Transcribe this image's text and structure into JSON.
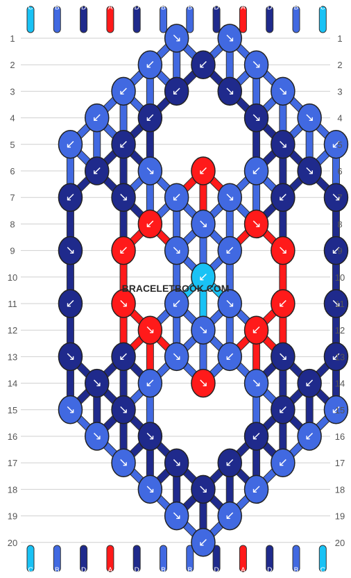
{
  "strands": [
    "C",
    "B",
    "D",
    "A",
    "D",
    "B",
    "B",
    "D",
    "A",
    "D",
    "B",
    "C"
  ],
  "colors": {
    "A": "#ff1a1a",
    "B": "#4169e1",
    "C": "#19c2f5",
    "D": "#1f2a8c"
  },
  "row_labels": [
    "1",
    "2",
    "3",
    "4",
    "5",
    "6",
    "7",
    "8",
    "9",
    "10",
    "11",
    "12",
    "13",
    "14",
    "15",
    "16",
    "17",
    "18",
    "19",
    "20"
  ],
  "watermark": "BRACELETBOOK.COM",
  "knots": [
    {
      "row": 1,
      "col": 5,
      "color": "B",
      "dir": "se"
    },
    {
      "row": 1,
      "col": 7,
      "color": "B",
      "dir": "se"
    },
    {
      "row": 2,
      "col": 4,
      "color": "B",
      "dir": "sw"
    },
    {
      "row": 2,
      "col": 6,
      "color": "D",
      "dir": "sw"
    },
    {
      "row": 2,
      "col": 8,
      "color": "B",
      "dir": "se"
    },
    {
      "row": 3,
      "col": 3,
      "color": "B",
      "dir": "sw"
    },
    {
      "row": 3,
      "col": 5,
      "color": "D",
      "dir": "sw"
    },
    {
      "row": 3,
      "col": 7,
      "color": "D",
      "dir": "se"
    },
    {
      "row": 3,
      "col": 9,
      "color": "B",
      "dir": "se"
    },
    {
      "row": 4,
      "col": 2,
      "color": "B",
      "dir": "sw"
    },
    {
      "row": 4,
      "col": 4,
      "color": "D",
      "dir": "sw"
    },
    {
      "row": 4,
      "col": 8,
      "color": "D",
      "dir": "se"
    },
    {
      "row": 4,
      "col": 10,
      "color": "B",
      "dir": "se"
    },
    {
      "row": 5,
      "col": 1,
      "color": "B",
      "dir": "sw"
    },
    {
      "row": 5,
      "col": 3,
      "color": "D",
      "dir": "sw"
    },
    {
      "row": 5,
      "col": 9,
      "color": "D",
      "dir": "se"
    },
    {
      "row": 5,
      "col": 11,
      "color": "B",
      "dir": "sw"
    },
    {
      "row": 6,
      "col": 2,
      "color": "D",
      "dir": "sw"
    },
    {
      "row": 6,
      "col": 4,
      "color": "B",
      "dir": "se"
    },
    {
      "row": 6,
      "col": 6,
      "color": "A",
      "dir": "sw"
    },
    {
      "row": 6,
      "col": 8,
      "color": "B",
      "dir": "sw"
    },
    {
      "row": 6,
      "col": 10,
      "color": "D",
      "dir": "se"
    },
    {
      "row": 7,
      "col": 1,
      "color": "D",
      "dir": "sw"
    },
    {
      "row": 7,
      "col": 3,
      "color": "D",
      "dir": "se"
    },
    {
      "row": 7,
      "col": 5,
      "color": "B",
      "dir": "sw"
    },
    {
      "row": 7,
      "col": 7,
      "color": "B",
      "dir": "se"
    },
    {
      "row": 7,
      "col": 9,
      "color": "D",
      "dir": "sw"
    },
    {
      "row": 7,
      "col": 11,
      "color": "D",
      "dir": "se"
    },
    {
      "row": 8,
      "col": 4,
      "color": "A",
      "dir": "sw"
    },
    {
      "row": 8,
      "col": 6,
      "color": "B",
      "dir": "se"
    },
    {
      "row": 8,
      "col": 8,
      "color": "A",
      "dir": "se"
    },
    {
      "row": 9,
      "col": 1,
      "color": "D",
      "dir": "se"
    },
    {
      "row": 9,
      "col": 3,
      "color": "A",
      "dir": "sw"
    },
    {
      "row": 9,
      "col": 5,
      "color": "B",
      "dir": "se"
    },
    {
      "row": 9,
      "col": 7,
      "color": "B",
      "dir": "sw"
    },
    {
      "row": 9,
      "col": 9,
      "color": "A",
      "dir": "se"
    },
    {
      "row": 9,
      "col": 11,
      "color": "D",
      "dir": "sw"
    },
    {
      "row": 10,
      "col": 6,
      "color": "C",
      "dir": "sw"
    },
    {
      "row": 11,
      "col": 1,
      "color": "D",
      "dir": "sw"
    },
    {
      "row": 11,
      "col": 3,
      "color": "A",
      "dir": "se"
    },
    {
      "row": 11,
      "col": 5,
      "color": "B",
      "dir": "sw"
    },
    {
      "row": 11,
      "col": 7,
      "color": "B",
      "dir": "se"
    },
    {
      "row": 11,
      "col": 9,
      "color": "A",
      "dir": "sw"
    },
    {
      "row": 11,
      "col": 11,
      "color": "D",
      "dir": "se"
    },
    {
      "row": 12,
      "col": 4,
      "color": "A",
      "dir": "se"
    },
    {
      "row": 12,
      "col": 6,
      "color": "B",
      "dir": "se"
    },
    {
      "row": 12,
      "col": 8,
      "color": "A",
      "dir": "sw"
    },
    {
      "row": 13,
      "col": 1,
      "color": "D",
      "dir": "se"
    },
    {
      "row": 13,
      "col": 3,
      "color": "D",
      "dir": "sw"
    },
    {
      "row": 13,
      "col": 5,
      "color": "B",
      "dir": "se"
    },
    {
      "row": 13,
      "col": 7,
      "color": "B",
      "dir": "sw"
    },
    {
      "row": 13,
      "col": 9,
      "color": "D",
      "dir": "se"
    },
    {
      "row": 13,
      "col": 11,
      "color": "D",
      "dir": "sw"
    },
    {
      "row": 14,
      "col": 2,
      "color": "D",
      "dir": "se"
    },
    {
      "row": 14,
      "col": 4,
      "color": "B",
      "dir": "sw"
    },
    {
      "row": 14,
      "col": 6,
      "color": "A",
      "dir": "se"
    },
    {
      "row": 14,
      "col": 8,
      "color": "B",
      "dir": "se"
    },
    {
      "row": 14,
      "col": 10,
      "color": "D",
      "dir": "sw"
    },
    {
      "row": 15,
      "col": 1,
      "color": "B",
      "dir": "se"
    },
    {
      "row": 15,
      "col": 3,
      "color": "D",
      "dir": "se"
    },
    {
      "row": 15,
      "col": 9,
      "color": "D",
      "dir": "sw"
    },
    {
      "row": 15,
      "col": 11,
      "color": "B",
      "dir": "sw"
    },
    {
      "row": 16,
      "col": 2,
      "color": "B",
      "dir": "se"
    },
    {
      "row": 16,
      "col": 4,
      "color": "D",
      "dir": "se"
    },
    {
      "row": 16,
      "col": 8,
      "color": "D",
      "dir": "sw"
    },
    {
      "row": 16,
      "col": 10,
      "color": "B",
      "dir": "sw"
    },
    {
      "row": 17,
      "col": 3,
      "color": "B",
      "dir": "se"
    },
    {
      "row": 17,
      "col": 5,
      "color": "D",
      "dir": "se"
    },
    {
      "row": 17,
      "col": 7,
      "color": "D",
      "dir": "sw"
    },
    {
      "row": 17,
      "col": 9,
      "color": "B",
      "dir": "sw"
    },
    {
      "row": 18,
      "col": 4,
      "color": "B",
      "dir": "se"
    },
    {
      "row": 18,
      "col": 6,
      "color": "D",
      "dir": "se"
    },
    {
      "row": 18,
      "col": 8,
      "color": "B",
      "dir": "sw"
    },
    {
      "row": 19,
      "col": 5,
      "color": "B",
      "dir": "se"
    },
    {
      "row": 19,
      "col": 7,
      "color": "B",
      "dir": "sw"
    },
    {
      "row": 20,
      "col": 6,
      "color": "B",
      "dir": "sw"
    }
  ]
}
